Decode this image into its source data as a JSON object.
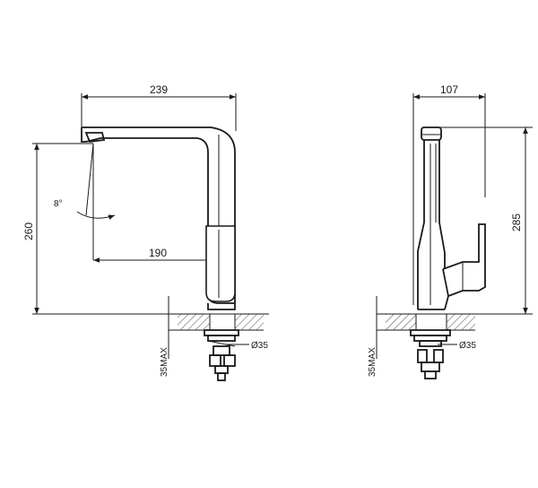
{
  "front_view": {
    "width_label": "239",
    "height_label": "260",
    "reach_label": "190",
    "swivel_angle_label": "8°",
    "hole_label": "Ø35",
    "deck_thickness_label": "35MAX"
  },
  "side_view": {
    "width_label": "107",
    "height_label": "285",
    "hole_label": "Ø35",
    "deck_thickness_label": "35MAX"
  },
  "colors": {
    "line": "#1a1a1a",
    "background": "#ffffff"
  }
}
